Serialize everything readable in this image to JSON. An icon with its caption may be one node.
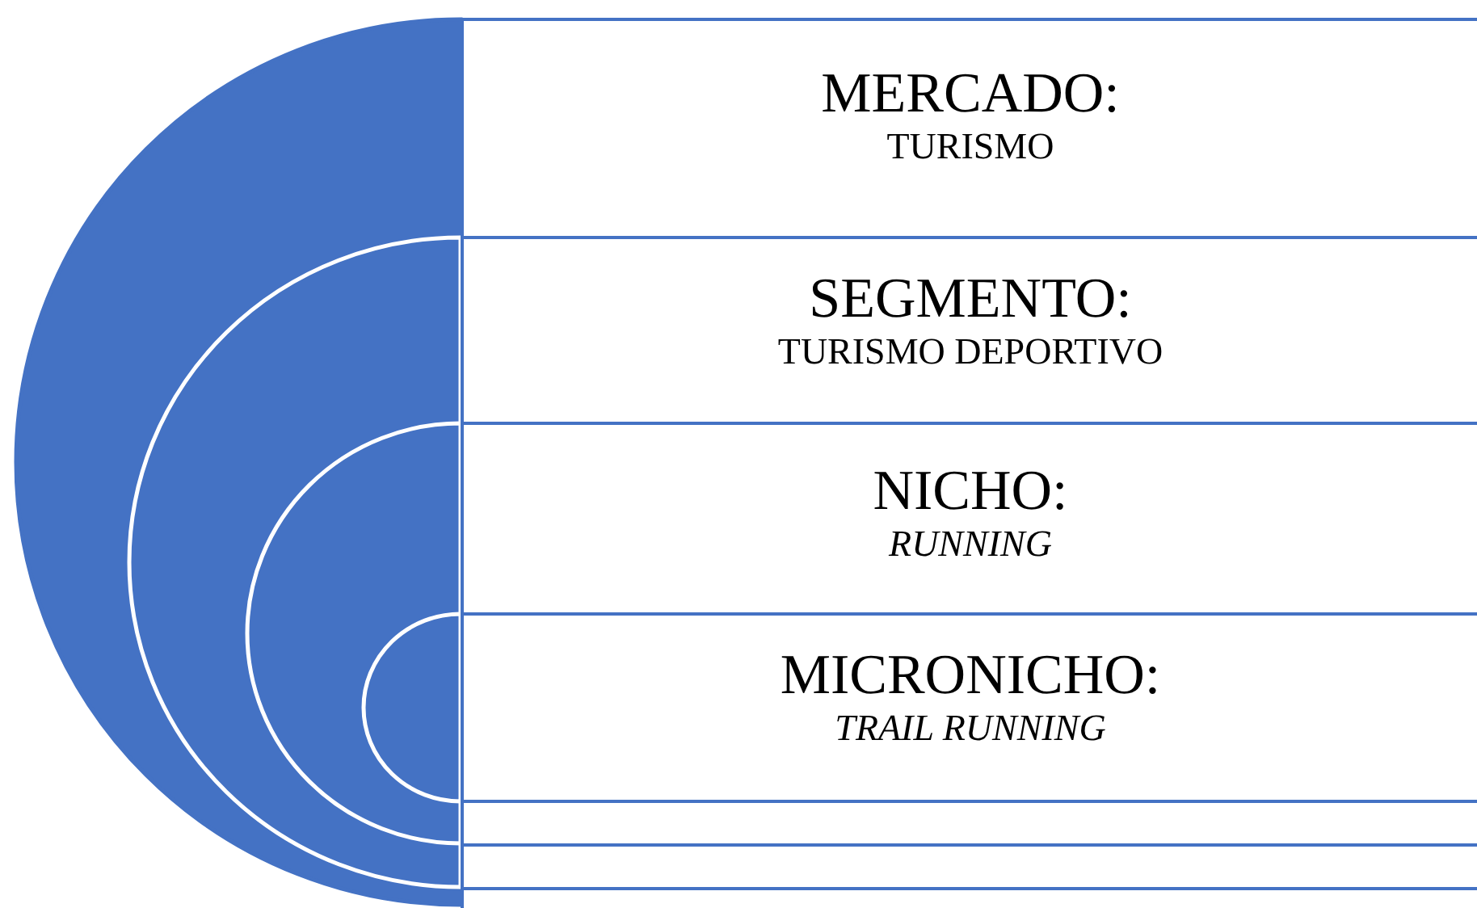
{
  "diagram": {
    "nodes": [
      {
        "text": [
          "MERCADO:",
          "TURISMO"
        ]
      },
      {
        "text": [
          "SEGMENTO:",
          "TURISMO DEPORTIVO"
        ]
      },
      {
        "text": [
          "NICHO:",
          "RUNNING"
        ]
      },
      {
        "text": [
          "MICRONICHO:",
          "TRAIL RUNNING"
        ]
      }
    ]
  }
}
